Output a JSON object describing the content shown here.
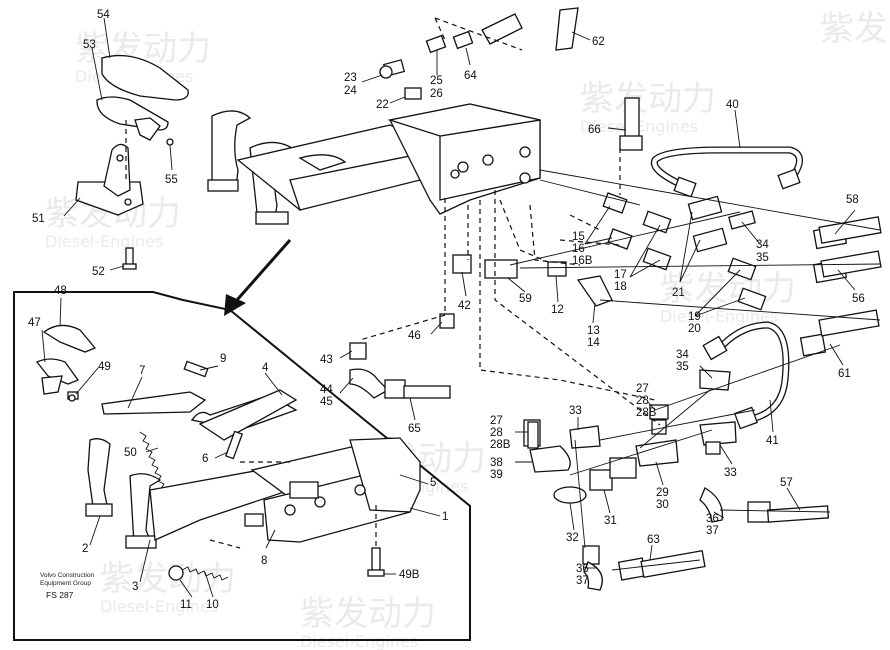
{
  "watermark": {
    "brand": "紫发动力",
    "sub": "Diesel-Engines"
  },
  "caption": {
    "line1": "Volvo Construction",
    "line2": "Equipment Group",
    "code": "FS 287"
  },
  "callouts": {
    "n54": "54",
    "n53": "53",
    "n55": "55",
    "n51": "51",
    "n52": "52",
    "n23_24a": "23",
    "n23_24b": "24",
    "n22": "22",
    "n25_26a": "25",
    "n25_26b": "26",
    "n64": "64",
    "n62": "62",
    "n40": "40",
    "n66": "66",
    "n15a": "15",
    "n15b": "16",
    "n15c": "16B",
    "n17a": "17",
    "n17b": "18",
    "n34a": "34",
    "n34b": "35",
    "n21": "21",
    "n58": "58",
    "n56": "56",
    "n19a": "19",
    "n19b": "20",
    "n42": "42",
    "n59": "59",
    "n12": "12",
    "n13a": "13",
    "n13b": "14",
    "n46": "46",
    "n43": "43",
    "n44a": "44",
    "n44b": "45",
    "n65": "65",
    "n34c": "34",
    "n34d": "35",
    "n61": "61",
    "n41": "41",
    "n27a": "27",
    "n27b": "28",
    "n27c": "28B",
    "n27d": "27",
    "n27e": "28",
    "n27f": "28B",
    "n33a": "33",
    "n38a": "38",
    "n38b": "39",
    "n29a": "29",
    "n29b": "30",
    "n33b": "33",
    "n31": "31",
    "n32": "32",
    "n36a": "36",
    "n36b": "37",
    "n36c": "36",
    "n36d": "37",
    "n57": "57",
    "n63": "63",
    "n48": "48",
    "n47": "47",
    "n49": "49",
    "n7": "7",
    "n9": "9",
    "n4": "4",
    "n50": "50",
    "n6": "6",
    "n5": "5",
    "n1": "1",
    "n2": "2",
    "n3": "3",
    "n8": "8",
    "n11": "11",
    "n10": "10",
    "n49b": "49B"
  }
}
